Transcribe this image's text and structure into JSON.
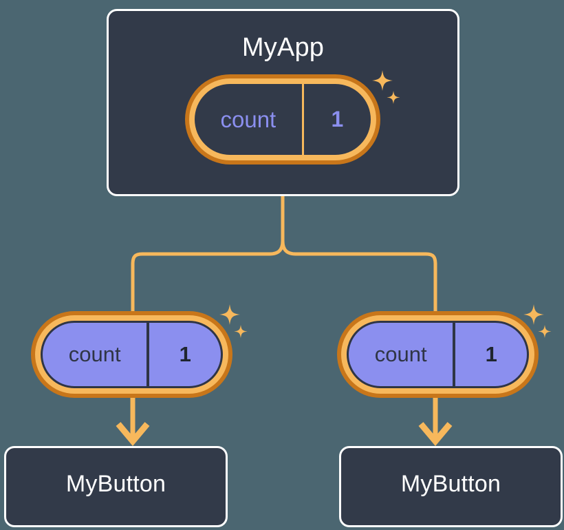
{
  "theme": {
    "background": "#4b6671",
    "node_fill": "#323a49",
    "node_border": "#ffffff",
    "node_text": "#ffffff",
    "ring_outer": "#c8761a",
    "ring_inner": "#f7b85c",
    "wire": "#f7b85c",
    "signal_active_fill": "#8b8fef",
    "signal_active_text": "#2f3545",
    "signal_idle_text": "#8b8fef",
    "sparkle": "#f7b85c"
  },
  "diagram": {
    "type": "component-signal-tree",
    "root": {
      "id": "myapp",
      "title": "MyApp",
      "signal": {
        "name": "count",
        "value": "1",
        "state": "idle"
      },
      "sparkle": true
    },
    "branches": [
      {
        "id": "branch-left",
        "signal": {
          "name": "count",
          "value": "1",
          "state": "active"
        },
        "sparkle": true,
        "child": {
          "id": "mybutton-left",
          "title": "MyButton"
        }
      },
      {
        "id": "branch-right",
        "signal": {
          "name": "count",
          "value": "1",
          "state": "active"
        },
        "sparkle": true,
        "child": {
          "id": "mybutton-right",
          "title": "MyButton"
        }
      }
    ]
  }
}
